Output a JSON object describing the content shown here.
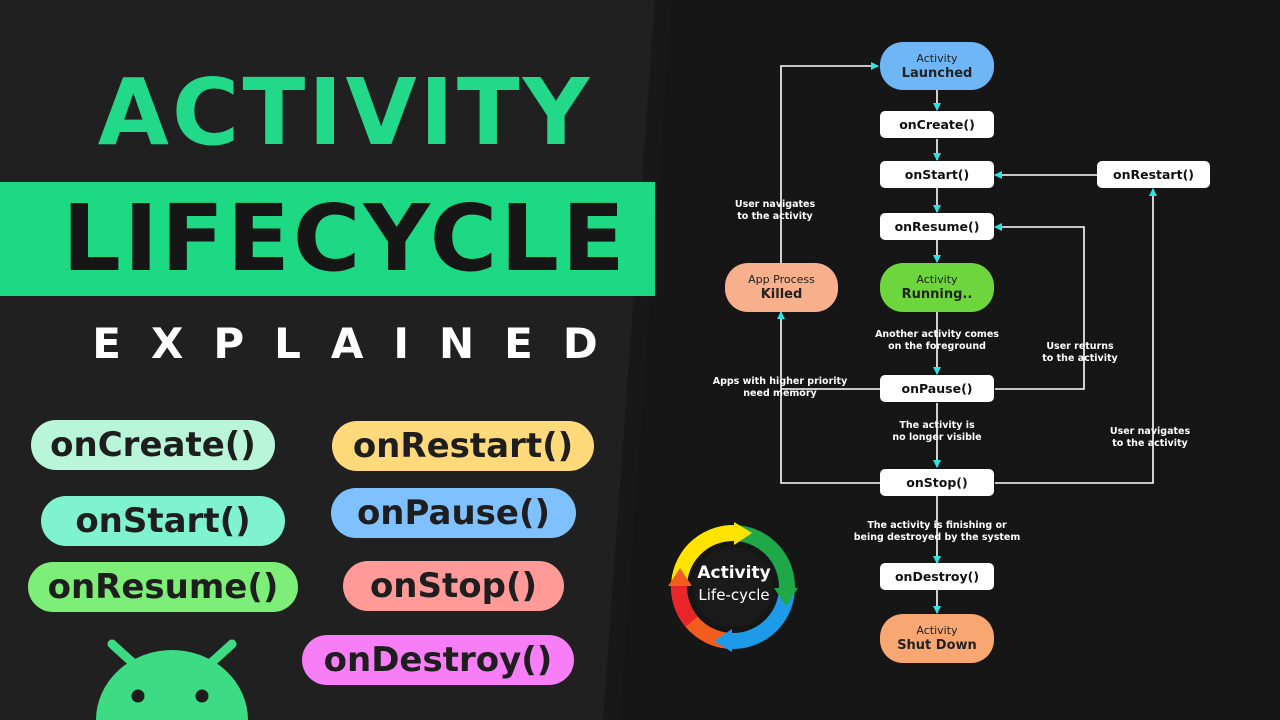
{
  "headline": {
    "line1": "ACTIVITY",
    "line2": "LIFECYCLE",
    "line3": "EXPLAINED"
  },
  "methods": [
    {
      "label": "onCreate()",
      "color": "#b9f5d8"
    },
    {
      "label": "onRestart()",
      "color": "#ffd97a"
    },
    {
      "label": "onStart()",
      "color": "#7ff2cf"
    },
    {
      "label": "onPause()",
      "color": "#7fc1ff"
    },
    {
      "label": "onResume()",
      "color": "#7dee78"
    },
    {
      "label": "onStop()",
      "color": "#ff9a98"
    },
    {
      "label": "onDestroy()",
      "color": "#f77ef7"
    }
  ],
  "logo": {
    "line1": "Activity",
    "line2": "Life-cycle"
  },
  "brand_color": "#3ddc84",
  "accent_color": "#1ed983",
  "arrow_color": "#2fe3e3",
  "diagram": {
    "states": {
      "launched": {
        "small": "Activity",
        "big": "Launched",
        "color": "#6eb6f5"
      },
      "running": {
        "small": "Activity",
        "big": "Running..",
        "color": "#6dd63c"
      },
      "killed": {
        "small": "App Process",
        "big": "Killed",
        "color": "#f8b08c"
      },
      "shutdown": {
        "small": "Activity",
        "big": "Shut Down",
        "color": "#f8a772"
      }
    },
    "nodes": {
      "oncreate": "onCreate()",
      "onstart": "onStart()",
      "onresume": "onResume()",
      "onpause": "onPause()",
      "onstop": "onStop()",
      "ondestroy": "onDestroy()",
      "onrestart": "onRestart()"
    },
    "labels": {
      "navigates_left": "User navigates\nto the activity",
      "foreground": "Another activity comes\non the foreground",
      "returns": "User returns\nto the activity",
      "memory": "Apps with higher priority\nneed memory",
      "not_visible": "The activity is\nno longer visible",
      "navigates_right": "User navigates\nto the activity",
      "finishing": "The activity is finishing or\nbeing destroyed by the system"
    }
  }
}
